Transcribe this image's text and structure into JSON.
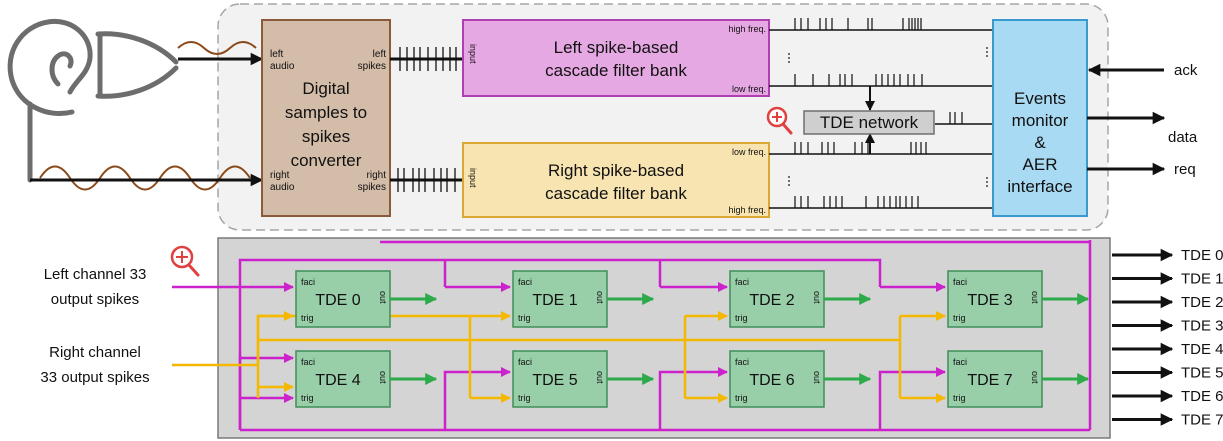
{
  "top": {
    "converter": [
      "Digital",
      "samples to",
      "spikes",
      "converter"
    ],
    "converter_ports": {
      "left_audio": [
        "left",
        "audio"
      ],
      "left_spikes": [
        "left",
        "spikes"
      ],
      "right_audio": [
        "right",
        "audio"
      ],
      "right_spikes": [
        "right",
        "spikes"
      ]
    },
    "left_bank": [
      "Left spike-based",
      "cascade filter bank"
    ],
    "right_bank": [
      "Right spike-based",
      "cascade filter bank"
    ],
    "input_label": "input",
    "high_freq": "high freq.",
    "low_freq": "low freq.",
    "tde_network": "TDE network",
    "events": [
      "Events",
      "monitor",
      "&",
      "AER",
      "interface"
    ],
    "ack": "ack",
    "data": "data",
    "req": "req"
  },
  "bottom": {
    "left_input": [
      "Left channel 33",
      "output spikes"
    ],
    "right_input": [
      "Right channel",
      "33 output spikes"
    ],
    "tde_units": [
      "TDE 0",
      "TDE 1",
      "TDE 2",
      "TDE 3",
      "TDE 4",
      "TDE 5",
      "TDE 6",
      "TDE 7"
    ],
    "faci": "faci",
    "trig": "trig",
    "out": "out",
    "outputs": [
      "TDE 0",
      "TDE 1",
      "TDE 2",
      "TDE 3",
      "TDE 4",
      "TDE 5",
      "TDE 6",
      "TDE 7"
    ]
  },
  "colors": {
    "converter": "#d3bca8",
    "left_bank": "#e6a8e3",
    "right_bank": "#f8e4b0",
    "events": "#a9daf3",
    "tde": "#98cfa9",
    "magenta": "#cc22cc",
    "yellow": "#f5b800",
    "green": "#2daa4a",
    "panel": "#d4d4d4"
  },
  "icons": [
    "ear-icon",
    "zoom-icon"
  ]
}
